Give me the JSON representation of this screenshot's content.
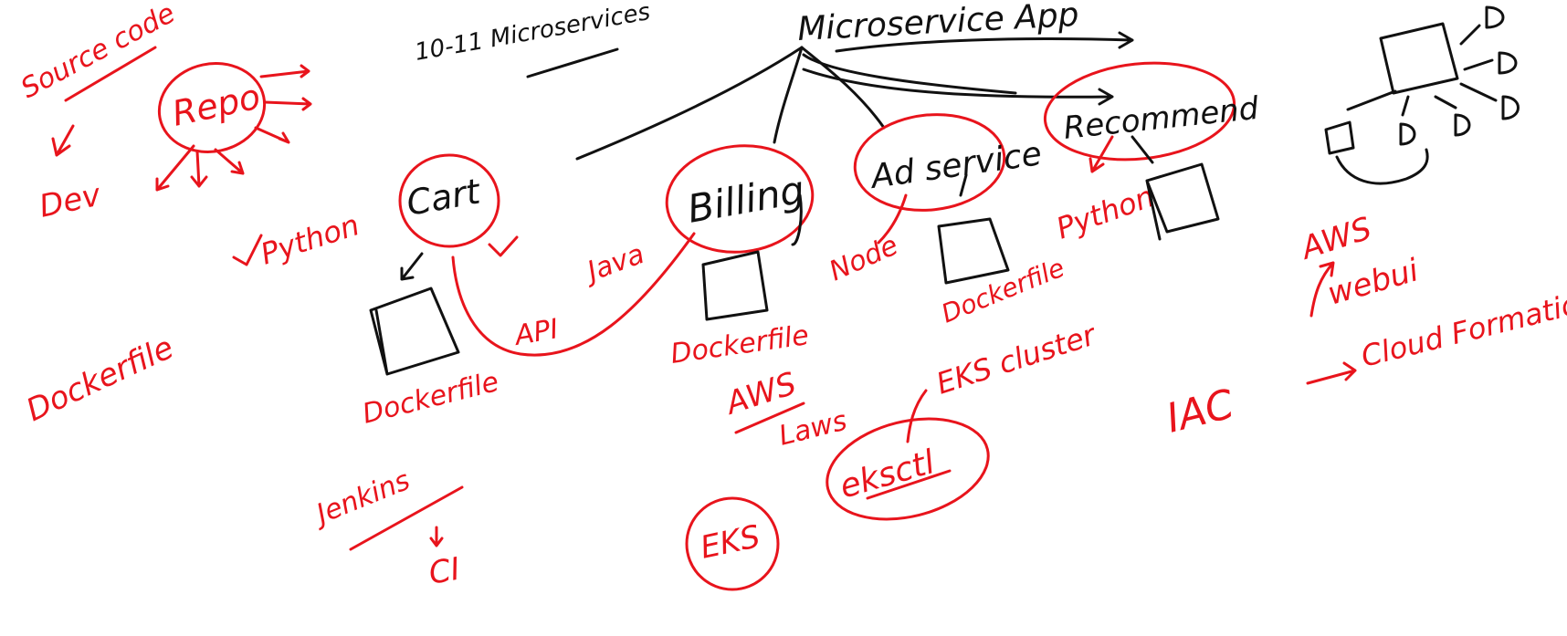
{
  "canvas": {
    "background": "#ffffff"
  },
  "colors": {
    "red": "#e8141c",
    "black": "#111111"
  },
  "labels": {
    "source_code": "Source code",
    "dev": "Dev",
    "repo": "Repo",
    "python_left": "Python",
    "dockerfile_left": "Dockerfile",
    "microservices_count": "10-11 Microservices",
    "microservice_app": "Microservice App",
    "cart": "Cart",
    "dockerfile_cart": "Dockerfile",
    "api": "API",
    "java": "Java",
    "billing": "Billing",
    "dockerfile_billing": "Dockerfile",
    "ad_service": "Ad service",
    "node": "Node",
    "dockerfile_ad": "Dockerfile",
    "recommend": "Recommend",
    "python_recommend": "Python",
    "eks_cluster": "EKS cluster",
    "aws_mid": "AWS",
    "laws": "Laws",
    "eksctl": "eksctl",
    "eks": "EKS",
    "jenkins": "Jenkins",
    "ci": "CI",
    "aws_right": "AWS",
    "webui": "webui",
    "iac": "IAC",
    "cloud_formation": "Cloud Formation"
  }
}
